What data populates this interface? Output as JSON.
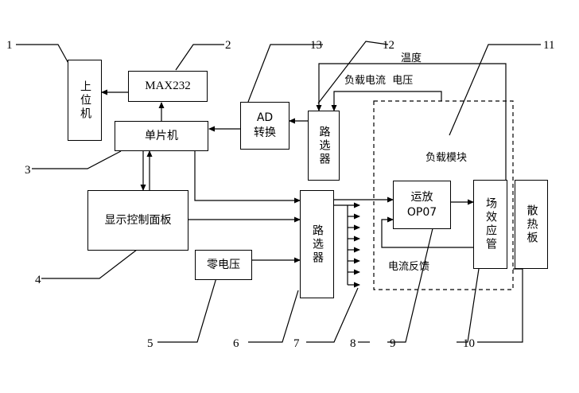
{
  "blocks": {
    "host_pc": "上位机",
    "max232": "MAX232",
    "mcu": "单片机",
    "ad": "AD\n转换",
    "mux_top": "路选器",
    "display_panel": "显示控制面板",
    "zero_voltage": "零电压",
    "mux_bottom": "路选器",
    "opamp": "运放\nOP07",
    "mosfet": "场效应管",
    "heatsink": "散热板"
  },
  "labels": {
    "temperature": "温度",
    "load_current_voltage": "负载电流  电压",
    "load_module": "负载模块",
    "current_feedback": "电流反馈"
  },
  "callouts": [
    "1",
    "2",
    "3",
    "4",
    "5",
    "6",
    "7",
    "8",
    "9",
    "10",
    "11",
    "12",
    "13"
  ]
}
